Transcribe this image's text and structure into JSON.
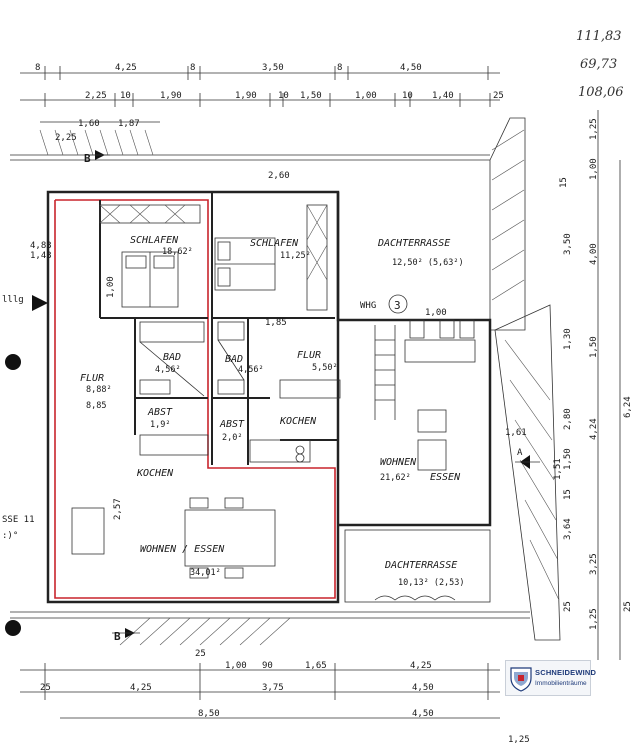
{
  "margin_notes": [
    "111,83",
    "69,73",
    "108,06"
  ],
  "rooms": {
    "schlafen_1": {
      "name": "SCHLAFEN",
      "area": "18,62²"
    },
    "schlafen_2": {
      "name": "SCHLAFEN",
      "area": "11,25²"
    },
    "dachterrasse_top": {
      "name": "DACHTERRASSE",
      "area": "12,50² (5,63²)"
    },
    "bad_1": {
      "name": "BAD",
      "area": "4,56²"
    },
    "bad_2": {
      "name": "BAD",
      "area": "4,56²"
    },
    "flur_1": {
      "name": "FLUR",
      "area": "8,88²",
      "note": "8,85"
    },
    "flur_2": {
      "name": "FLUR",
      "area": "5,50²"
    },
    "abst_1": {
      "name": "ABST",
      "area": "1,9²"
    },
    "abst_2": {
      "name": "ABST",
      "area": "2,0²"
    },
    "kochen_1": {
      "name": "KOCHEN"
    },
    "kochen_2": {
      "name": "KOCHEN"
    },
    "wohnen_1": {
      "name": "WOHNEN",
      "area": "21,62²",
      "extra": "ESSEN"
    },
    "wohnen_2": {
      "name": "WOHNEN / ESSEN",
      "area": "34,01²"
    },
    "dachterrasse_bottom": {
      "name": "DACHTERRASSE",
      "area": "10,13² (2,53)"
    }
  },
  "unit_label": "WHG",
  "unit_number": "3",
  "left_cutoff": [
    "lllg",
    "SSE 11",
    ":)°"
  ],
  "section_markers": [
    "B",
    "B",
    "A"
  ],
  "dims_top_1": [
    "8",
    "4,25",
    "8",
    "3,50",
    "8",
    "4,50"
  ],
  "dims_top_2": [
    "2,25",
    "10",
    "1,90",
    "1,90",
    "10",
    "1,50",
    "1,00",
    "10",
    "1,40",
    "25"
  ],
  "dims_top_3": [
    "1,60",
    "1,87",
    "2,25",
    "2,60"
  ],
  "dims_bottom_1": [
    "25",
    "1,00",
    "90",
    "1,65",
    "4,25"
  ],
  "dims_bottom_2": [
    "25",
    "4,25",
    "3,75",
    "4,50"
  ],
  "dims_bottom_3": [
    "8,50",
    "4,50"
  ],
  "dims_bottom_4": [
    "1,25"
  ],
  "dims_right": [
    "1,25",
    "1,00",
    "15",
    "3,50",
    "4,00",
    "1,30",
    "1,50",
    "2,80",
    "4,24",
    "1,50",
    "6,24",
    "15",
    "3,64",
    "3,25",
    "1,25",
    "25",
    "25"
  ],
  "dims_inner": [
    "1,00",
    "1,85",
    "1,61",
    "4,83",
    "1,43",
    "2,57",
    "1,51",
    "1,00"
  ],
  "logo": {
    "brand": "SCHNEIDEWIND",
    "sub": "Immobilienträume"
  }
}
